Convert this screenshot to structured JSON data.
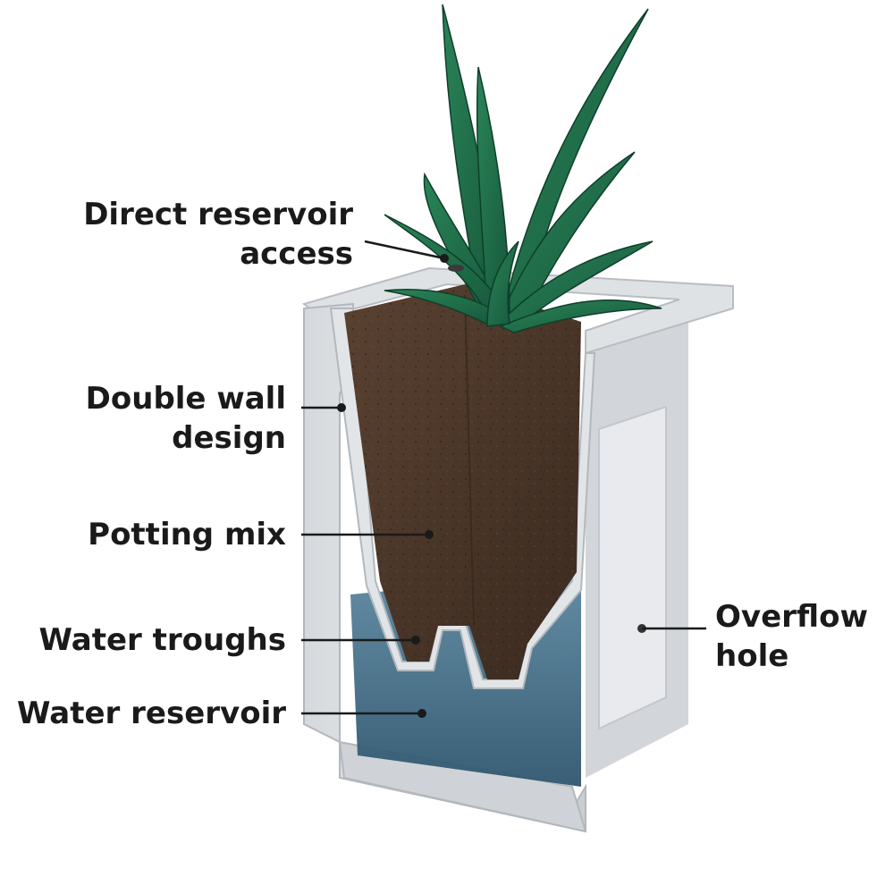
{
  "labels": {
    "direct_reservoir_access": [
      "Direct reservoir",
      "access"
    ],
    "double_wall_design": [
      "Double wall",
      "design"
    ],
    "potting_mix": [
      "Potting mix"
    ],
    "water_troughs": [
      "Water troughs"
    ],
    "water_reservoir": [
      "Water reservoir"
    ],
    "overflow_hole": [
      "Overflow",
      "hole"
    ]
  },
  "colors": {
    "planter_white": "#e4e6e9",
    "planter_shadow": "#b9bdc2",
    "soil": "#4a3528",
    "water": "#3f6a84",
    "leaf": "#1f6b45",
    "text": "#1a1a1a"
  }
}
